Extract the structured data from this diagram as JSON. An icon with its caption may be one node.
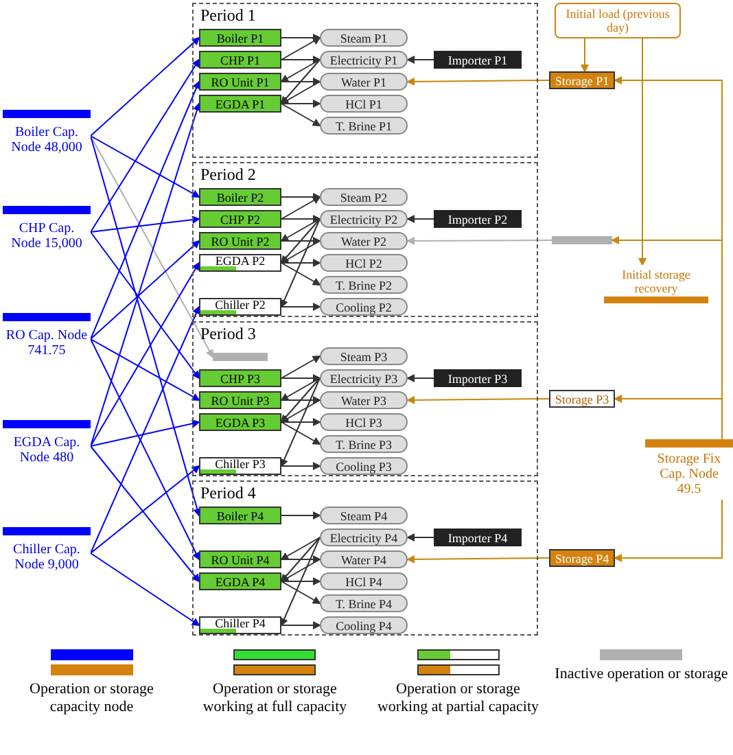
{
  "diagram": {
    "nodes": [
      {
        "text": [
          "Boiler Cap. Node 48,000"
        ]
      },
      {
        "text": [
          "CHP Cap. Node 15,000"
        ]
      },
      {
        "text": [
          "RO Cap. Node 741.75"
        ]
      },
      {
        "text": [
          "EGDA Cap. Node 480"
        ]
      },
      {
        "text": [
          "Chiller Cap. Node 9,000"
        ]
      },
      {
        "text": [
          "Period 1"
        ]
      },
      {
        "text": [
          "Boiler P1"
        ],
        "in": 5
      },
      {
        "text": [
          "CHP P1"
        ],
        "in": 5
      },
      {
        "text": [
          "RO Unit P1"
        ],
        "in": 5
      },
      {
        "text": [
          "Importer P1"
        ],
        "in": 5
      },
      {
        "text": [
          "Electricity P1"
        ],
        "in": 5
      },
      {
        "text": [
          "EGDA P1"
        ],
        "in": 5
      },
      {
        "text": [
          "Water P1"
        ],
        "in": 5
      },
      {
        "text": [
          "Steam P1"
        ],
        "in": 5
      },
      {
        "text": [
          "HCl P1"
        ],
        "in": 5
      },
      {
        "text": [
          "T. Brine P1"
        ],
        "in": 5
      },
      {
        "text": [
          "Period 2"
        ]
      },
      {
        "text": [
          "Boiler P2"
        ],
        "in": 16
      },
      {
        "text": [
          "CHP P2"
        ],
        "in": 16
      },
      {
        "text": [
          "RO Unit P2"
        ],
        "in": 16
      },
      {
        "text": [
          "Importer P2"
        ],
        "in": 16
      },
      {
        "text": [
          "Electricity P2"
        ],
        "in": 16
      },
      {
        "text": [
          "EGDA P2"
        ],
        "in": 16
      },
      {
        "text": [
          "Chiller P2"
        ],
        "in": 16
      },
      {
        "text": [
          "Water P2"
        ],
        "in": 16
      },
      {
        "text": [
          "Steam P2"
        ],
        "in": 16
      },
      {
        "text": [
          "HCl P2"
        ],
        "in": 16
      },
      {
        "text": [
          "T. Brine P2"
        ],
        "in": 16
      },
      {
        "text": [
          "Cooling P2"
        ],
        "in": 16
      },
      {
        "text": [
          "Period 3"
        ]
      },
      {
        "text": [],
        "shape": "bar",
        "in": 29
      },
      {
        "text": [
          "CHP P3"
        ],
        "in": 29
      },
      {
        "text": [
          "RO Unit P3"
        ],
        "in": 29
      },
      {
        "text": [
          "Importer P3"
        ],
        "in": 29
      },
      {
        "text": [
          "Electricity P3"
        ],
        "in": 29
      },
      {
        "text": [
          "EGDA P3"
        ],
        "in": 29
      },
      {
        "text": [
          "Chiller P3"
        ],
        "in": 29
      },
      {
        "text": [
          "Water P3"
        ],
        "in": 29
      },
      {
        "text": [
          "Steam P3"
        ],
        "in": 29
      },
      {
        "text": [
          "HCl P3"
        ],
        "in": 29
      },
      {
        "text": [
          "T. Brine P3"
        ],
        "in": 29
      },
      {
        "text": [
          "Cooling P3"
        ],
        "in": 29
      },
      {
        "text": [
          "Period 4"
        ]
      },
      {
        "text": [
          "Boiler P4"
        ],
        "in": 42
      },
      {
        "text": [
          "RO Unit P4"
        ],
        "in": 42
      },
      {
        "text": [
          "Importer P4"
        ],
        "in": 42
      },
      {
        "text": [
          "Electricity P4"
        ],
        "in": 42
      },
      {
        "text": [
          "EGDA P4"
        ],
        "in": 42
      },
      {
        "text": [
          "Chiller P4"
        ],
        "in": 42
      },
      {
        "text": [
          "Water P4"
        ],
        "in": 42
      },
      {
        "text": [
          "Steam P4"
        ],
        "in": 42
      },
      {
        "text": [
          "HCl P4"
        ],
        "in": 42
      },
      {
        "text": [
          "T. Brine P4"
        ],
        "in": 42
      },
      {
        "text": [
          "Cooling P4"
        ],
        "in": 42
      },
      {
        "text": [
          "Initial load (previous day)"
        ]
      },
      {
        "text": [
          "Storage P1"
        ]
      },
      {
        "text": [],
        "shape": "bar"
      },
      {
        "text": [
          "Initial storage recovery"
        ]
      },
      {
        "text": [
          "Storage Fix Cap. Node 49.5"
        ]
      },
      {
        "text": [
          "Storage P3"
        ]
      },
      {
        "text": [
          "Storage P4"
        ]
      }
    ],
    "edges": [
      {
        "from": 0,
        "to": 6,
        "arrow": "to",
        "color": "#0000ff"
      },
      {
        "from": 0,
        "to": 17,
        "arrow": "to",
        "color": "#0000ff"
      },
      {
        "from": 0,
        "to": 30,
        "arrow": "to",
        "color": "#b0b0b0"
      },
      {
        "from": 0,
        "to": 43,
        "arrow": "to",
        "color": "#0000ff"
      },
      {
        "from": 1,
        "to": 7,
        "arrow": "to",
        "color": "#0000ff"
      },
      {
        "from": 1,
        "to": 18,
        "arrow": "to",
        "color": "#0000ff"
      },
      {
        "from": 1,
        "to": 31,
        "arrow": "to",
        "color": "#0000ff"
      },
      {
        "from": 2,
        "to": 8,
        "arrow": "to",
        "color": "#0000ff"
      },
      {
        "from": 2,
        "to": 19,
        "arrow": "to",
        "color": "#0000ff"
      },
      {
        "from": 2,
        "to": 32,
        "arrow": "to",
        "color": "#0000ff"
      },
      {
        "from": 2,
        "to": 44,
        "arrow": "to",
        "color": "#0000ff"
      },
      {
        "from": 3,
        "to": 11,
        "arrow": "to",
        "color": "#0000ff"
      },
      {
        "from": 3,
        "to": 22,
        "arrow": "to",
        "color": "#0000ff"
      },
      {
        "from": 3,
        "to": 35,
        "arrow": "to",
        "color": "#0000ff"
      },
      {
        "from": 3,
        "to": 47,
        "arrow": "to",
        "color": "#0000ff"
      },
      {
        "from": 4,
        "to": 23,
        "arrow": "to",
        "color": "#0000ff"
      },
      {
        "from": 4,
        "to": 36,
        "arrow": "to",
        "color": "#0000ff"
      },
      {
        "from": 4,
        "to": 48,
        "arrow": "to",
        "color": "#0000ff"
      },
      {
        "from": 6,
        "to": 13,
        "arrow": "to"
      },
      {
        "from": 7,
        "to": 13,
        "arrow": "to"
      },
      {
        "from": 7,
        "to": 10,
        "arrow": "to"
      },
      {
        "from": 9,
        "to": 10,
        "arrow": "to"
      },
      {
        "from": 10,
        "to": 8,
        "arrow": "to"
      },
      {
        "from": 8,
        "to": 12,
        "arrow": "to"
      },
      {
        "from": 12,
        "to": 11,
        "arrow": "to"
      },
      {
        "from": 10,
        "to": 11,
        "arrow": "to"
      },
      {
        "from": 11,
        "to": 14,
        "arrow": "to"
      },
      {
        "from": 11,
        "to": 15,
        "arrow": "to"
      },
      {
        "from": 17,
        "to": 25,
        "arrow": "to"
      },
      {
        "from": 18,
        "to": 25,
        "arrow": "to"
      },
      {
        "from": 18,
        "to": 21,
        "arrow": "to"
      },
      {
        "from": 20,
        "to": 21,
        "arrow": "to"
      },
      {
        "from": 21,
        "to": 19,
        "arrow": "to"
      },
      {
        "from": 19,
        "to": 24,
        "arrow": "to"
      },
      {
        "from": 24,
        "to": 22,
        "arrow": "to"
      },
      {
        "from": 21,
        "to": 22,
        "arrow": "to"
      },
      {
        "from": 22,
        "to": 26,
        "arrow": "to"
      },
      {
        "from": 22,
        "to": 27,
        "arrow": "to"
      },
      {
        "from": 21,
        "to": 23,
        "arrow": "to"
      },
      {
        "from": 23,
        "to": 28,
        "arrow": "to"
      },
      {
        "from": 31,
        "to": 38,
        "arrow": "to"
      },
      {
        "from": 31,
        "to": 34,
        "arrow": "to"
      },
      {
        "from": 33,
        "to": 34,
        "arrow": "to"
      },
      {
        "from": 34,
        "to": 32,
        "arrow": "to"
      },
      {
        "from": 32,
        "to": 37,
        "arrow": "to"
      },
      {
        "from": 37,
        "to": 35,
        "arrow": "to"
      },
      {
        "from": 34,
        "to": 35,
        "arrow": "to"
      },
      {
        "from": 35,
        "to": 39,
        "arrow": "to"
      },
      {
        "from": 35,
        "to": 40,
        "arrow": "to"
      },
      {
        "from": 34,
        "to": 36,
        "arrow": "to"
      },
      {
        "from": 36,
        "to": 41,
        "arrow": "to"
      },
      {
        "from": 43,
        "to": 50,
        "arrow": "to"
      },
      {
        "from": 45,
        "to": 46,
        "arrow": "to"
      },
      {
        "from": 46,
        "to": 44,
        "arrow": "to"
      },
      {
        "from": 44,
        "to": 49,
        "arrow": "to"
      },
      {
        "from": 49,
        "to": 47,
        "arrow": "to"
      },
      {
        "from": 46,
        "to": 47,
        "arrow": "to"
      },
      {
        "from": 47,
        "to": 51,
        "arrow": "to"
      },
      {
        "from": 47,
        "to": 52,
        "arrow": "to"
      },
      {
        "from": 46,
        "to": 48,
        "arrow": "to"
      },
      {
        "from": 48,
        "to": 53,
        "arrow": "to"
      },
      {
        "from": 54,
        "to": 55,
        "arrow": "to",
        "color": "#c8860a"
      },
      {
        "from": 55,
        "to": 12,
        "arrow": "to",
        "color": "#c8860a"
      },
      {
        "from": 56,
        "to": 24,
        "arrow": "to",
        "color": "#b0b0b0"
      },
      {
        "from": 59,
        "to": 37,
        "arrow": "to",
        "color": "#c8860a"
      },
      {
        "from": 60,
        "to": 49,
        "arrow": "to",
        "color": "#c8860a"
      },
      {
        "from": 58,
        "to": 55,
        "arrow": "to",
        "color": "#c8860a"
      },
      {
        "from": 58,
        "to": 56,
        "arrow": "to",
        "color": "#c8860a"
      },
      {
        "from": 58,
        "to": 59,
        "arrow": "to",
        "color": "#c8860a"
      },
      {
        "from": 58,
        "to": 60,
        "arrow": "to",
        "color": "#c8860a"
      },
      {
        "from": 54,
        "to": 57,
        "arrow": "to",
        "color": "#c8860a"
      }
    ],
    "legend": [
      {
        "text": "Operation or storage capacity node",
        "color": "#0000ff"
      },
      {
        "text": "Operation or storage working at full capacity",
        "color": "#33dd33"
      },
      {
        "text": "Operation or storage working at partial capacity"
      },
      {
        "text": "Inactive operation or storage",
        "color": "#b0b0b0"
      }
    ]
  }
}
